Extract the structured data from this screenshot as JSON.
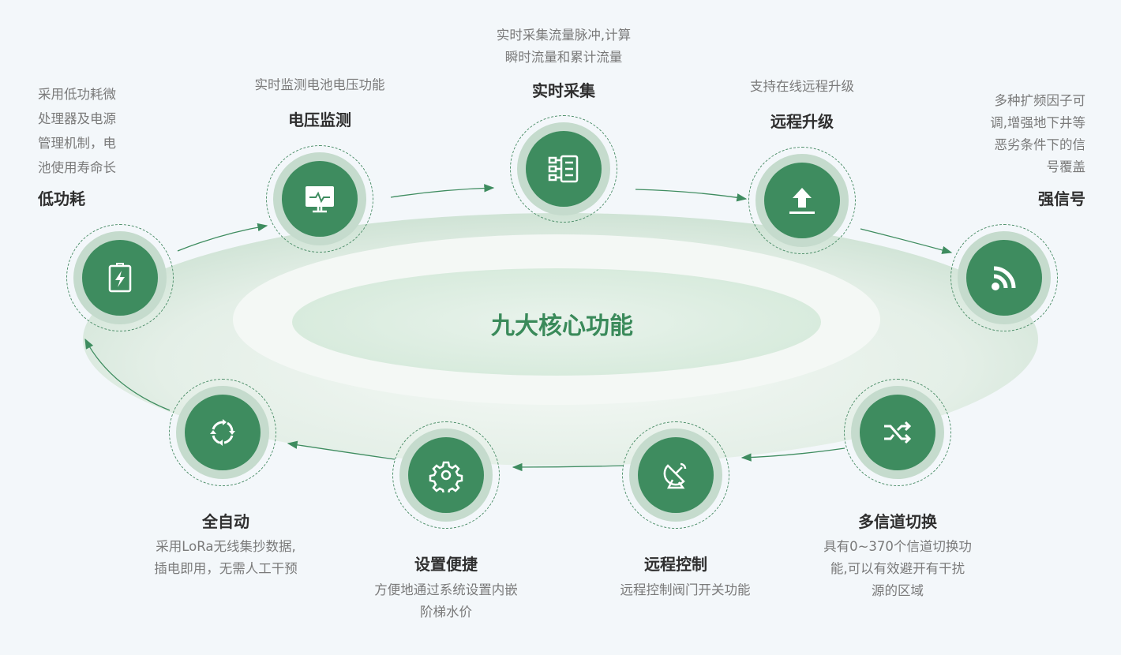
{
  "center_title": "九大核心功能",
  "colors": {
    "accent": "#3e8c5f",
    "ring": "#c5dbcd",
    "background": "#f3f7fa"
  },
  "features": [
    {
      "title": "低功耗",
      "desc": [
        "采用低功耗微",
        "处理器及电源",
        "管理机制，电",
        "池使用寿命长"
      ],
      "icon": "battery-charge-icon"
    },
    {
      "title": "电压监测",
      "desc": [
        "实时监测电池电压功能"
      ],
      "icon": "monitor-pulse-icon"
    },
    {
      "title": "实时采集",
      "desc": [
        "实时采集流量脉冲,计算",
        "瞬时流量和累计流量"
      ],
      "icon": "data-list-icon"
    },
    {
      "title": "远程升级",
      "desc": [
        "支持在线远程升级"
      ],
      "icon": "upload-icon"
    },
    {
      "title": "强信号",
      "desc": [
        "多种扩频因子可",
        "调,增强地下井等",
        "恶劣条件下的信",
        "号覆盖"
      ],
      "icon": "signal-icon"
    },
    {
      "title": "多信道切换",
      "desc": [
        "具有0~370个信道切换功",
        "能,可以有效避开有干扰",
        "源的区域"
      ],
      "icon": "shuffle-icon"
    },
    {
      "title": "远程控制",
      "desc": [
        "远程控制阀门开关功能"
      ],
      "icon": "satellite-dish-icon"
    },
    {
      "title": "设置便捷",
      "desc": [
        "方便地通过系统设置内嵌",
        "阶梯水价"
      ],
      "icon": "gear-icon"
    },
    {
      "title": "全自动",
      "desc": [
        "采用LoRa无线集抄数据,",
        "插电即用，无需人工干预"
      ],
      "icon": "refresh-icon"
    }
  ]
}
